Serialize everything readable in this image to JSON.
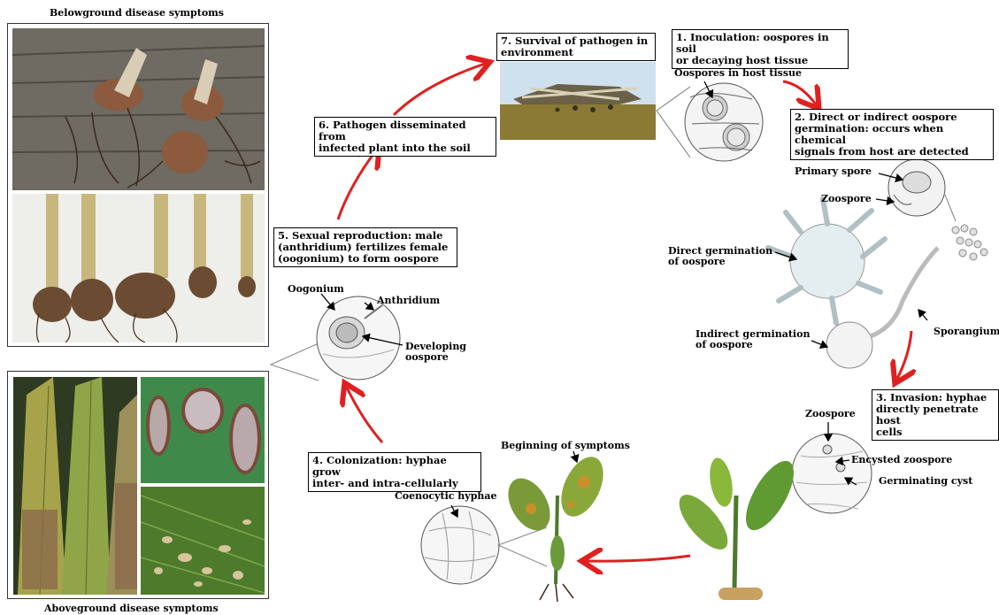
{
  "captions": {
    "below": "Belowground disease symptoms",
    "above": "Aboveground disease symptoms"
  },
  "steps": {
    "s1": "1. Inoculation: oospores in soil\nor decaying host tissue",
    "s2": "2. Direct or indirect oospore\ngermination: occurs when chemical\nsignals from host are detected",
    "s3": "3. Invasion: hyphae\ndirectly penetrate host\ncells",
    "s4": "4. Colonization: hyphae grow\ninter- and intra-cellularly",
    "s5": "5. Sexual reproduction: male\n(anthridium) fertilizes female\n(oogonium) to form oospore",
    "s6": "6. Pathogen disseminated from\ninfected plant into the soil",
    "s7": "7. Survival of pathogen in\nenvironment"
  },
  "labels": {
    "oospores_in_host": "Oospores in host tissue",
    "primary_spore": "Primary spore",
    "zoospore_top": "Zoospore",
    "direct_germination": "Direct germination\nof oospore",
    "indirect_germination": "Indirect germination\nof oospore",
    "sporangium": "Sporangium",
    "zoospore_bottom": "Zoospore",
    "encysted_zoospore": "Encysted zoospore",
    "germinating_cyst": "Germinating cyst",
    "beginning_of_symptoms": "Beginning of symptoms",
    "coenocytic_hyphae": "Coenocytic hyphae",
    "oogonium": "Oogonium",
    "anthridium": "Anthridium",
    "developing_oospore": "Developing\noospore"
  },
  "colors": {
    "arrow": "#e02020",
    "soil": "#6b5a2a",
    "leaf": "#5f8a3a",
    "lesion": "#b9a07a"
  }
}
